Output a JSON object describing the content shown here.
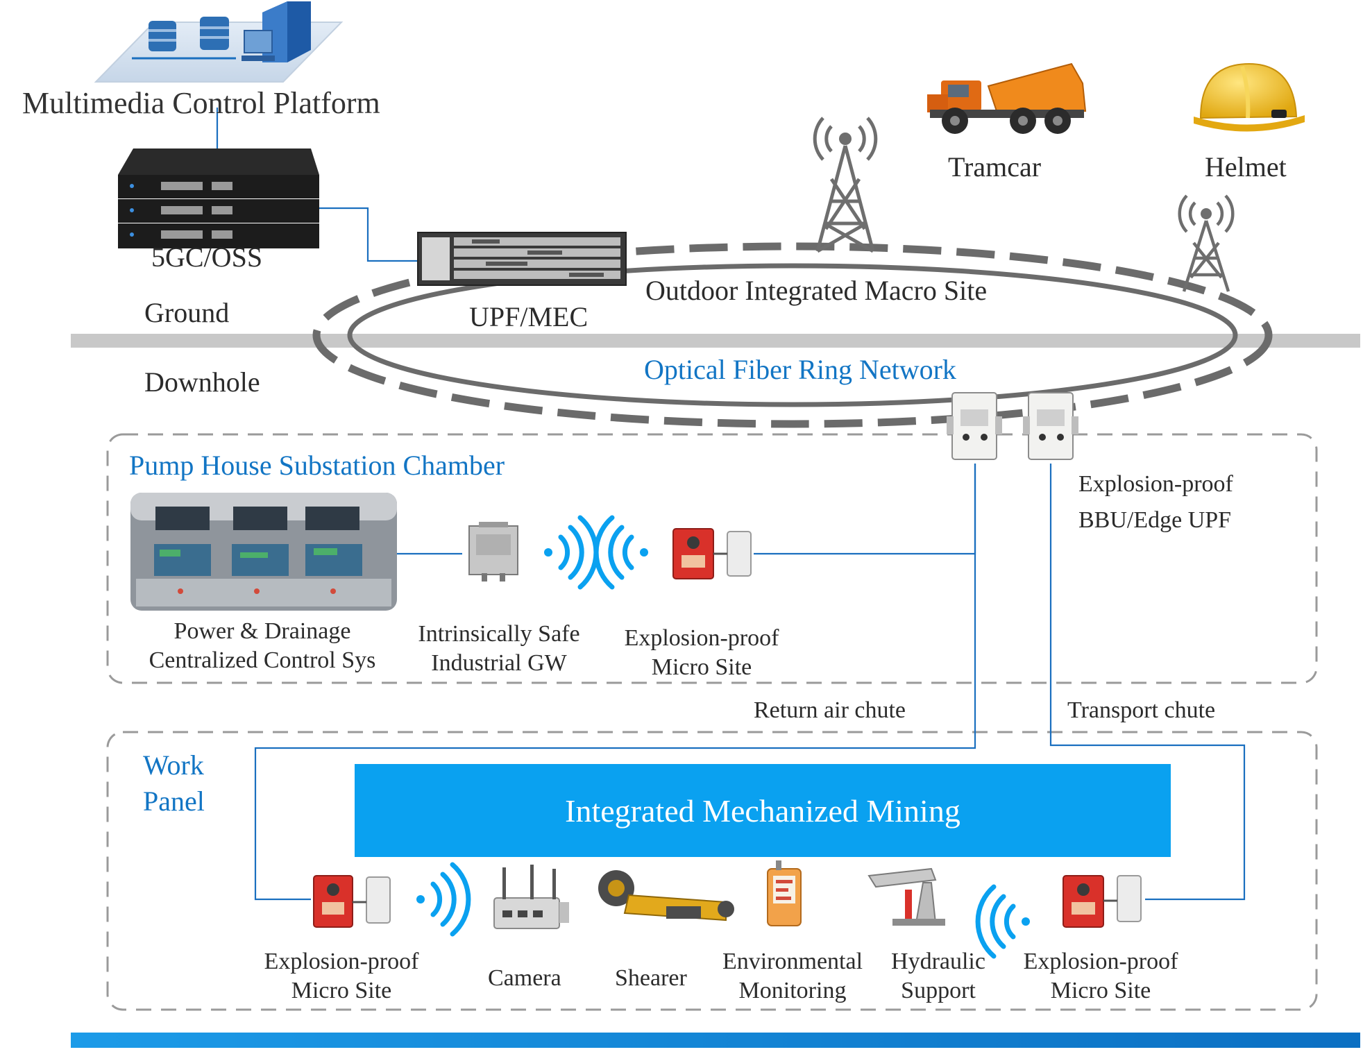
{
  "colors": {
    "accent_blue": "#0aa1f0",
    "label_blue": "#1275c4",
    "line_blue": "#1a6fbf",
    "ground_gray": "#c8c8c8",
    "ring_gray": "#6b6b6b",
    "panel_border": "#9a9a9a",
    "micro_site_red": "#d9312a",
    "helmet_yellow": "#f2c21b",
    "truck_orange": "#f08a1c"
  },
  "ground_section": {
    "multimedia_platform": "Multimedia Control Platform",
    "core": "5GC/OSS",
    "upf_mec": "UPF/MEC",
    "outdoor_site": "Outdoor Integrated Macro Site",
    "tramcar": "Tramcar",
    "helmet": "Helmet",
    "ground_label": "Ground",
    "downhole_label": "Downhole",
    "ring_network": "Optical Fiber Ring Network"
  },
  "pump_house": {
    "title": "Pump House Substation Chamber",
    "control_system_line1": "Power & Drainage",
    "control_system_line2": "Centralized Control Sys",
    "gateway_line1": "Intrinsically Safe",
    "gateway_line2": "Industrial GW",
    "micro_site_line1": "Explosion-proof",
    "micro_site_line2": "Micro Site",
    "bbu_line1": "Explosion-proof",
    "bbu_line2": "BBU/Edge UPF"
  },
  "chutes": {
    "return_air": "Return air chute",
    "transport": "Transport chute"
  },
  "work_panel": {
    "title_line1": "Work",
    "title_line2": "Panel",
    "banner": "Integrated Mechanized Mining",
    "left_site_line1": "Explosion-proof",
    "left_site_line2": "Micro Site",
    "camera": "Camera",
    "shearer": "Shearer",
    "env_line1": "Environmental",
    "env_line2": "Monitoring",
    "hydraulic_line1": "Hydraulic",
    "hydraulic_line2": "Support",
    "right_site_line1": "Explosion-proof",
    "right_site_line2": "Micro Site"
  },
  "icons": [
    "database-server-icon",
    "rack-server-icon",
    "upf-chassis-icon",
    "antenna-tower-icon",
    "dump-truck-icon",
    "safety-helmet-icon",
    "control-room-icon",
    "gateway-box-icon",
    "wifi-signal-icon",
    "explosion-proof-micro-site-icon",
    "bbu-cabinet-icon",
    "camera-icon",
    "shearer-icon",
    "environment-monitor-icon",
    "hydraulic-support-icon"
  ]
}
